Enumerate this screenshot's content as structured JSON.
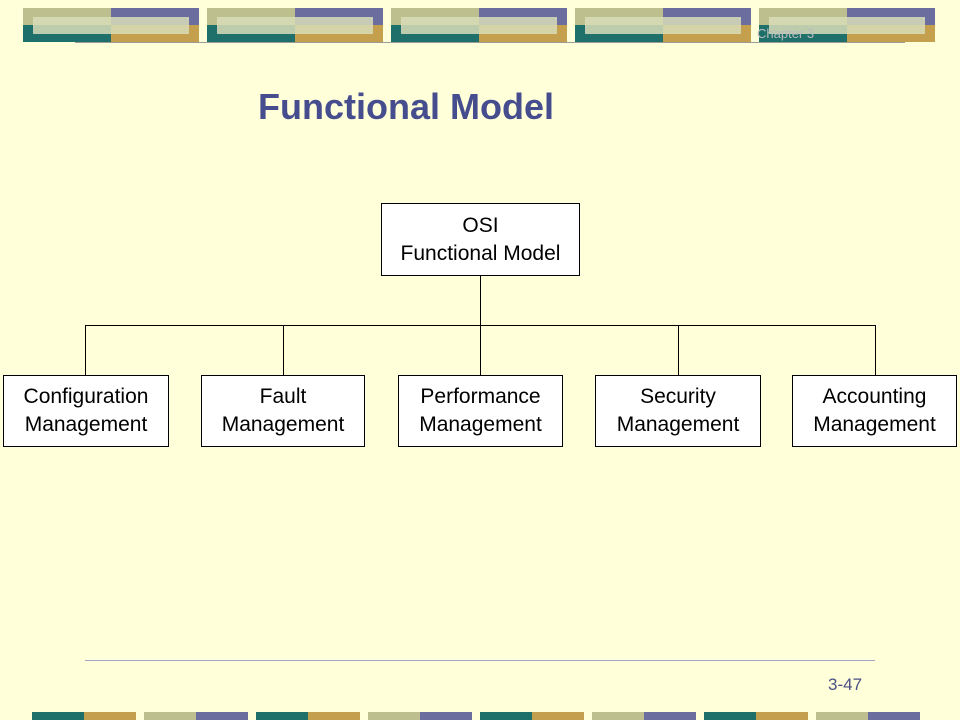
{
  "header": {
    "chapter_label": "Chapter 3"
  },
  "title": "Functional Model",
  "diagram": {
    "root": {
      "line1": "OSI",
      "line2": "Functional Model"
    },
    "children": [
      {
        "line1": "Configuration",
        "line2": "Management"
      },
      {
        "line1": "Fault",
        "line2": "Management"
      },
      {
        "line1": "Performance",
        "line2": "Management"
      },
      {
        "line1": "Security",
        "line2": "Management"
      },
      {
        "line1": "Accounting",
        "line2": "Management"
      }
    ]
  },
  "footer": {
    "page_number": "3-47"
  },
  "colors": {
    "background": "#FFFFD9",
    "title": "#464D8E",
    "band_teal": "#1F6F6B",
    "band_gold": "#C4A04E",
    "band_olive": "#BDBF8F",
    "band_slate": "#6A6D9E"
  }
}
